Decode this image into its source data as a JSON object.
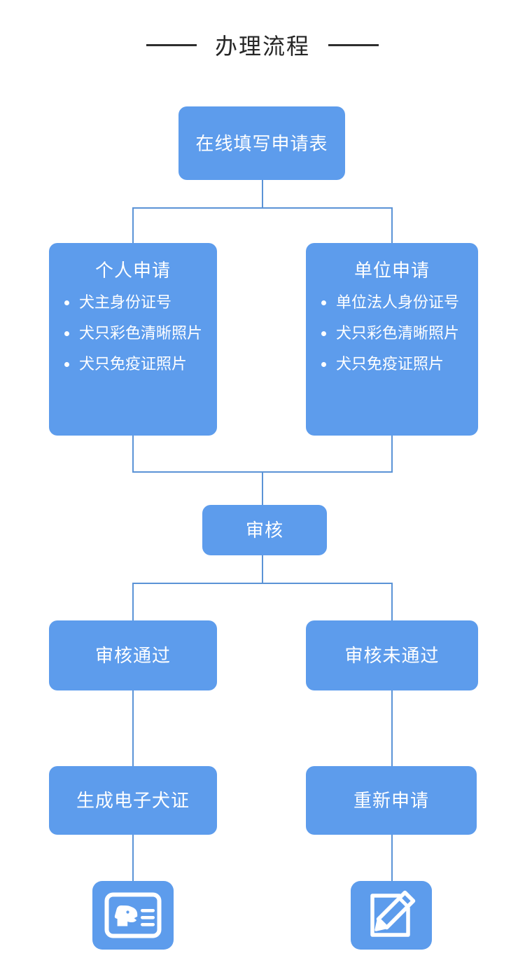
{
  "page": {
    "title": "办理流程",
    "background_color": "#ffffff",
    "node_color": "#5d9cec",
    "connector_color": "#5b93d6",
    "text_color": "#ffffff",
    "title_color": "#262626"
  },
  "flow": {
    "start": {
      "label": "在线填写申请表"
    },
    "branch_applicants": [
      {
        "id": "personal",
        "title": "个人申请",
        "items": [
          "犬主身份证号",
          "犬只彩色清晰照片",
          "犬只免疫证照片"
        ]
      },
      {
        "id": "organization",
        "title": "单位申请",
        "items": [
          "单位法人身份证号",
          "犬只彩色清晰照片",
          "犬只免疫证照片"
        ]
      }
    ],
    "review": {
      "label": "审核"
    },
    "review_results": [
      {
        "id": "approved",
        "label": "审核通过"
      },
      {
        "id": "rejected",
        "label": "审核未通过"
      }
    ],
    "outcomes": [
      {
        "id": "issue-license",
        "label": "生成电子犬证"
      },
      {
        "id": "reapply",
        "label": "重新申请"
      }
    ],
    "outcome_icons": [
      {
        "id": "dog-license-card",
        "name": "dog-license-card-icon"
      },
      {
        "id": "edit-document",
        "name": "edit-document-icon"
      }
    ]
  }
}
